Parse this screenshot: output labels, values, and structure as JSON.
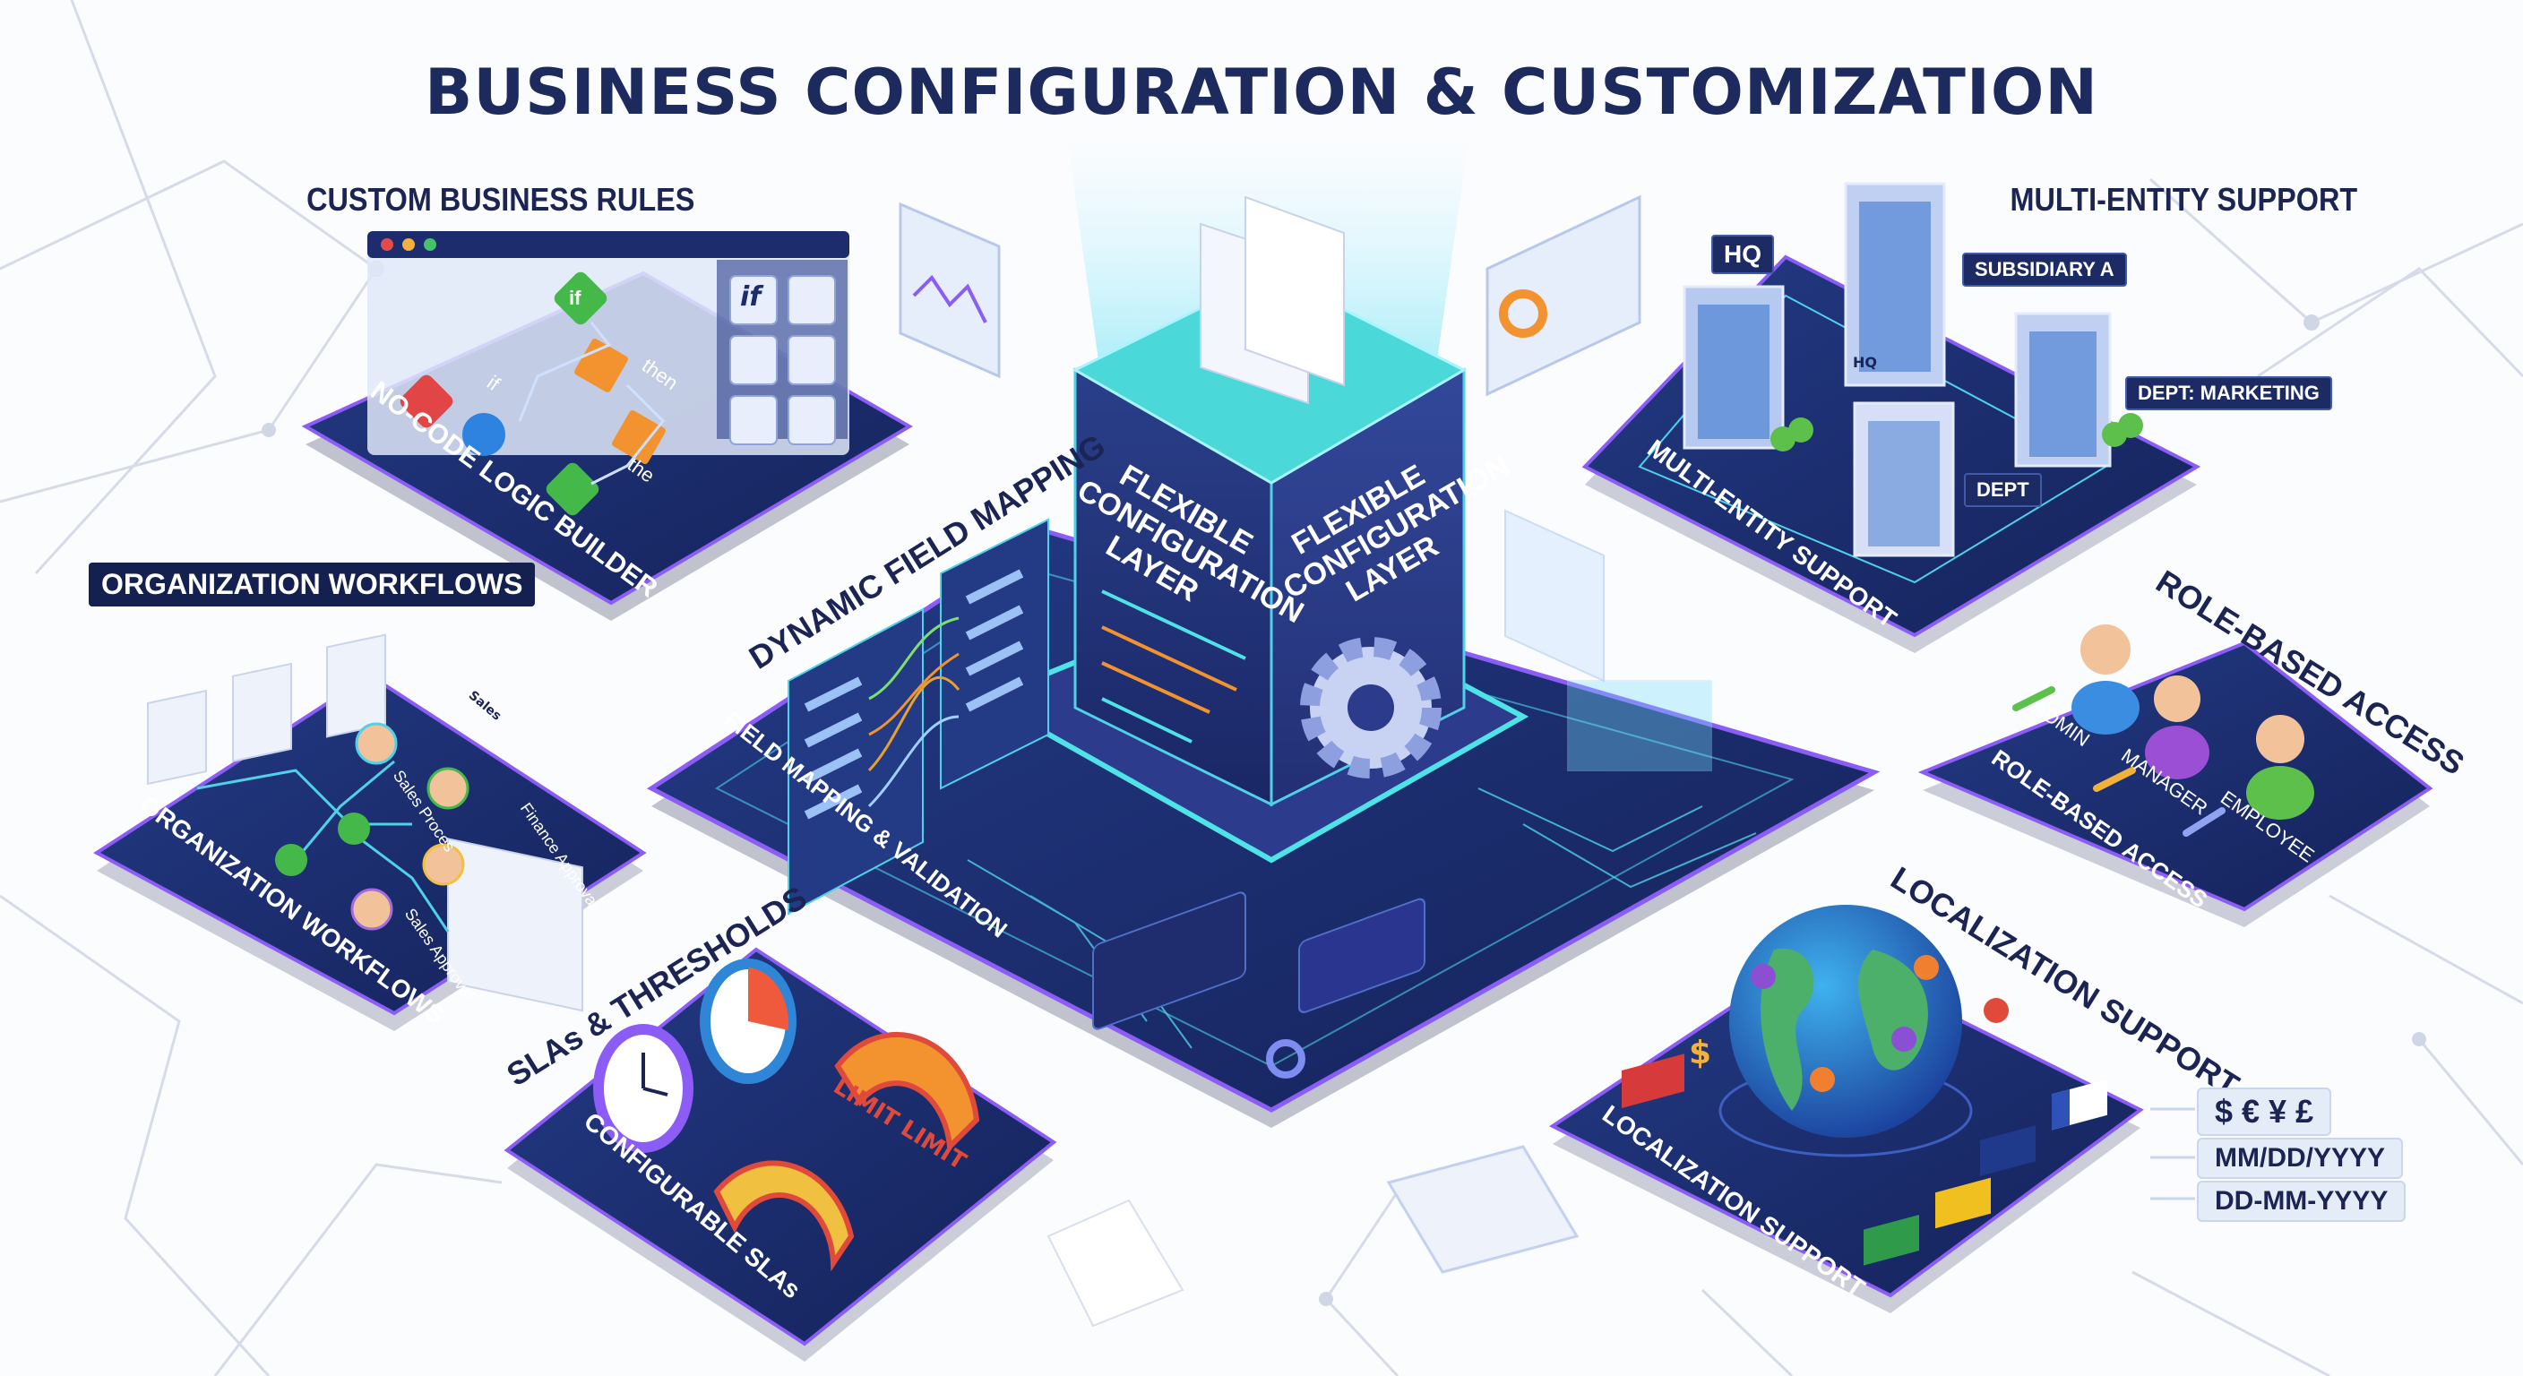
{
  "title": "BUSINESS CONFIGURATION & CUSTOMIZATION",
  "colors": {
    "navy": "#1b2a66",
    "accent_cyan": "#4fe3e8",
    "accent_purple": "#8b5cf6",
    "text": "#1b2452"
  },
  "custom_business_rules": {
    "heading": "CUSTOM BUSINESS RULES",
    "panel_label": "NO-CODE LOGIC BUILDER",
    "flow_words": [
      "if",
      "then",
      "the"
    ],
    "node_if": "if",
    "tiles": [
      "if-icon",
      "filter-icon",
      "refresh-window-icon",
      "list-icon",
      "align-icon",
      "hierarchy-icon"
    ],
    "tile_if_label": "if"
  },
  "organization_workflows": {
    "heading": "ORGANIZATION WORKFLOWS",
    "panel_label": "ORGANIZATION WORKFLOWS",
    "steps": [
      "Sales Proces",
      "Finance Approval",
      "Sales Approval"
    ],
    "doc_label": "Sales"
  },
  "field_mapping": {
    "heading": "DYNAMIC FIELD MAPPING",
    "panel_label": "FIELD MAPPING & VALIDATION"
  },
  "core": {
    "left_face": "FLEXIBLE CONFIGURATION LAYER",
    "right_face": "FLEXIBLE CONFIGURATION LAYER"
  },
  "slas": {
    "heading": "SLAs & THRESHOLDS",
    "panel_label": "CONFIGURABLE SLAs",
    "gauge_label": "LIMIT LIMIT"
  },
  "multi_entity": {
    "heading": "MULTI-ENTITY SUPPORT",
    "panel_label": "MULTI-ENTITY SUPPORT",
    "tags": {
      "hq": "HQ",
      "subsidiary": "SUBSIDIARY A",
      "marketing": "DEPT: MARKETING",
      "dept": "DEPT",
      "hq_sign": "HQ"
    }
  },
  "role_based": {
    "heading": "ROLE-BASED ACCESS",
    "panel_label": "ROLE-BASED ACCESS",
    "roles": [
      "ADMIN",
      "MANAGER",
      "EMPLOYEE"
    ]
  },
  "localization": {
    "heading": "LOCALIZATION SUPPORT",
    "panel_label": "LOCALIZATION SUPPORT",
    "currency_symbol": "$",
    "formats": [
      "$ € ¥ £",
      "MM/DD/YYYY",
      "DD-MM-YYYY"
    ]
  }
}
